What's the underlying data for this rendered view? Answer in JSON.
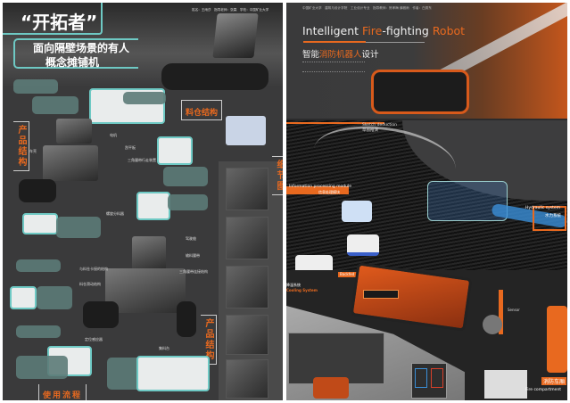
{
  "left_poster": {
    "title": "“开拓者”",
    "subtitle_line1": "面向隔壁场景的有人",
    "subtitle_line2": "概念摊铺机",
    "credits": "姓名：王雨莎　指导老师：张霖　学校：中国矿业大学",
    "sections": {
      "bin_structure": "料仓结构",
      "product_structure": "产品结构",
      "detail": "细节图",
      "usage_flow": "使用流程",
      "product_structure_2": "产品结构"
    },
    "labels": [
      "电机",
      "刮平板",
      "三角履带行走装置",
      "车壳",
      "螺旋分料器",
      "驾驶舱",
      "输料履带",
      "三角履带连接结构",
      "与料仓卡接的结构",
      "料仓滑动结构",
      "定位感应器",
      "集料台"
    ],
    "accent": "#6ec9c4",
    "title_accent": "#e8691f"
  },
  "right_poster": {
    "credits": "中国矿业大学　建筑与设计学院　工业设计专业　指导教师：贺孝梅 薛雅雨　作者：白秀东",
    "title_part1": "Intelligent ",
    "title_part2": "Fire",
    "title_part3": "-fighting ",
    "title_part4": "Robot",
    "subtitle_part1": "智能",
    "subtitle_part2": "消防机器人",
    "subtitle_part3": "设计",
    "sketch_en": "Sketch deduction",
    "sketch_cn": "草图推演",
    "info_en": "Information processing module",
    "info_cn": "信息处理模块",
    "hydraulic_en": "Hydraulic system",
    "hydraulic_cn": "水力系统",
    "cooling_cn": "降温系统",
    "cooling_en": "Cooling System",
    "backfed": "Backfed",
    "sensor": "Sensor",
    "fire_cn": "消防车厢",
    "fire_en": "Fire compartment",
    "accent": "#e8691f"
  }
}
